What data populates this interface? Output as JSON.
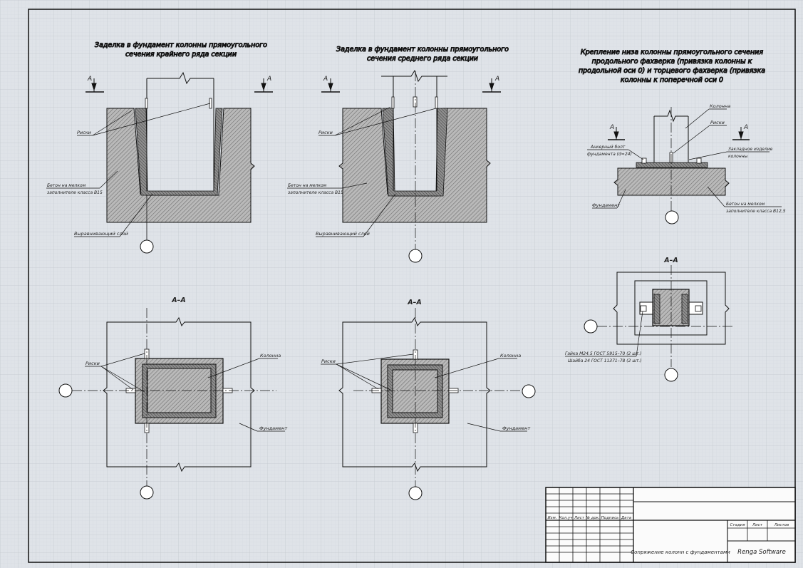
{
  "titles": {
    "t1": [
      "Заделка в фундамент колонны прямоугольного",
      "сечения крайнего ряда секции"
    ],
    "t2": [
      "Заделка в фундамент колонны прямоугольного",
      "сечения среднего ряда секции"
    ],
    "t3": [
      "Крепление низа колонны прямоугольного сечения",
      "продольного фахверка  (привязка колонны к",
      "продольной оси 0) и торцевого фахверка (привязка",
      "колонны к поперечной оси 0"
    ]
  },
  "section_mark": "А",
  "section_title": "А–А",
  "labels": {
    "riski": "Риски",
    "beton_b15": [
      "Бетон на мелком",
      "заполнителе класса В15"
    ],
    "beton_b125": [
      "Бетон на мелком",
      "заполнителе класса В12,5"
    ],
    "vyravn": "Выравнивающий слой",
    "kolonna": "Колонна",
    "fundament": "Фундамент",
    "ankernyi": [
      "Анкерный болт",
      "фундамента (d=24)"
    ],
    "zaklad": [
      "Закладное изделие",
      "колонны"
    ],
    "gaika": [
      "Гайка М24.5 ГОСТ 5915–70 (2 шт.)",
      "Шайба 24 ГОСТ 11371–78 (2 шт.)"
    ]
  },
  "title_block": {
    "col_headers": [
      "Изм.",
      "Кол.уч",
      "Лист",
      "№ док.",
      "Подпись",
      "Дата"
    ],
    "stage_headers": [
      "Стадия",
      "Лист",
      "Листов"
    ],
    "drawing_name": "Сопряжение колонн с фундаментами",
    "company": "Renga Software"
  }
}
